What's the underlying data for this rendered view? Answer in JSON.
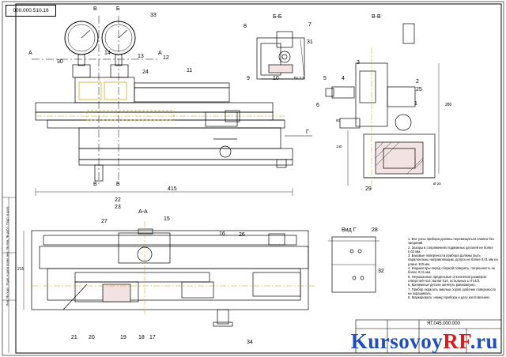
{
  "drawing": {
    "stamp_code": "000.000.510.16",
    "title_code": "ЯГ.045.000.000",
    "side_text": "Инв. № подл.   Подп. и дата   Взам. инв. №   Инв. № дубл.   Подп. и дата",
    "section_labels": {
      "view_v": "В",
      "view_b": "Б",
      "view_a": "А",
      "view_g": "Г",
      "section_bb": "Б-Б",
      "section_vv": "В-В",
      "section_aa": "А-А",
      "view_g_small": "Вид Г"
    },
    "dimensions": {
      "main_width": "415",
      "right_height": "280",
      "bottom_height": "215",
      "small_a": "80",
      "small_b": "140",
      "small_c": "Rz 2,5",
      "small_d": "Ø 20"
    },
    "callouts_top": [
      "33",
      "14",
      "13",
      "12",
      "24",
      "30",
      "11"
    ],
    "callouts_top_lower": [
      "22",
      "23"
    ],
    "callouts_bb": [
      "8",
      "7",
      "31",
      "9",
      "10"
    ],
    "callouts_vv": [
      "3",
      "4",
      "5",
      "6",
      "2",
      "25",
      "1",
      "29"
    ],
    "callouts_aa": [
      "27",
      "15",
      "16",
      "26",
      "21",
      "20",
      "19",
      "18",
      "17",
      "34"
    ],
    "callouts_vid_g": [
      "28",
      "32"
    ],
    "notes": [
      "1. Все узлы прибора должны перемещаться плавно без заеданий.",
      "2. Зазоры в сопряжениях подвижных деталей не более 0,02 мм.",
      "3. Базовые поверхности прибора должны быть параллельны направляющим, допуск не более 0,01 мм на длине 100 мм.",
      "4. Индикаторы перед сборкой поверить, погрешность не более 0,01 мм.",
      "5. Неуказанные предельные отклонения размеров: отверстий Н14, валов h14, остальных ± IT14/2.",
      "6. Крепёжные детали затянуть равномерно.",
      "7. Прибор окрасить эмалью серой, рабочие поверхности не окрашивать.",
      "8. Маркировать: номер прибора и дату изготовления."
    ],
    "watermark": {
      "part1": "Kursovoy",
      "part2": "RF",
      "part3": ".ru"
    }
  }
}
